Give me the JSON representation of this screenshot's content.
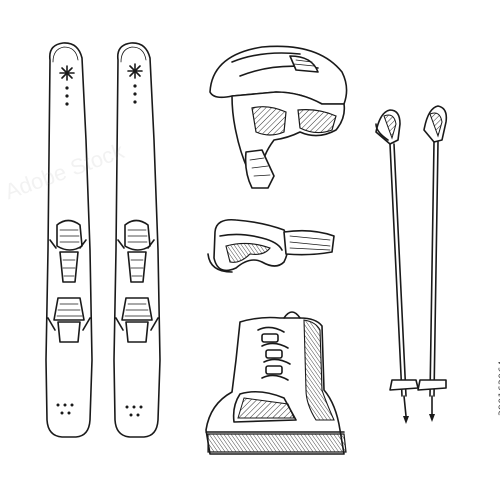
{
  "image": {
    "stock_id": "390162064",
    "watermark_text": "Adobe Stock",
    "ink_color": "#1a1a1a",
    "background_color": "#ffffff"
  },
  "objects": [
    {
      "name": "left-ski",
      "icon": "ski-icon"
    },
    {
      "name": "right-ski",
      "icon": "ski-icon"
    },
    {
      "name": "ski-helmet",
      "icon": "helmet-icon"
    },
    {
      "name": "ski-goggles",
      "icon": "goggles-icon"
    },
    {
      "name": "ski-boot",
      "icon": "boot-icon"
    },
    {
      "name": "ski-poles",
      "icon": "ski-pole-icon"
    }
  ]
}
